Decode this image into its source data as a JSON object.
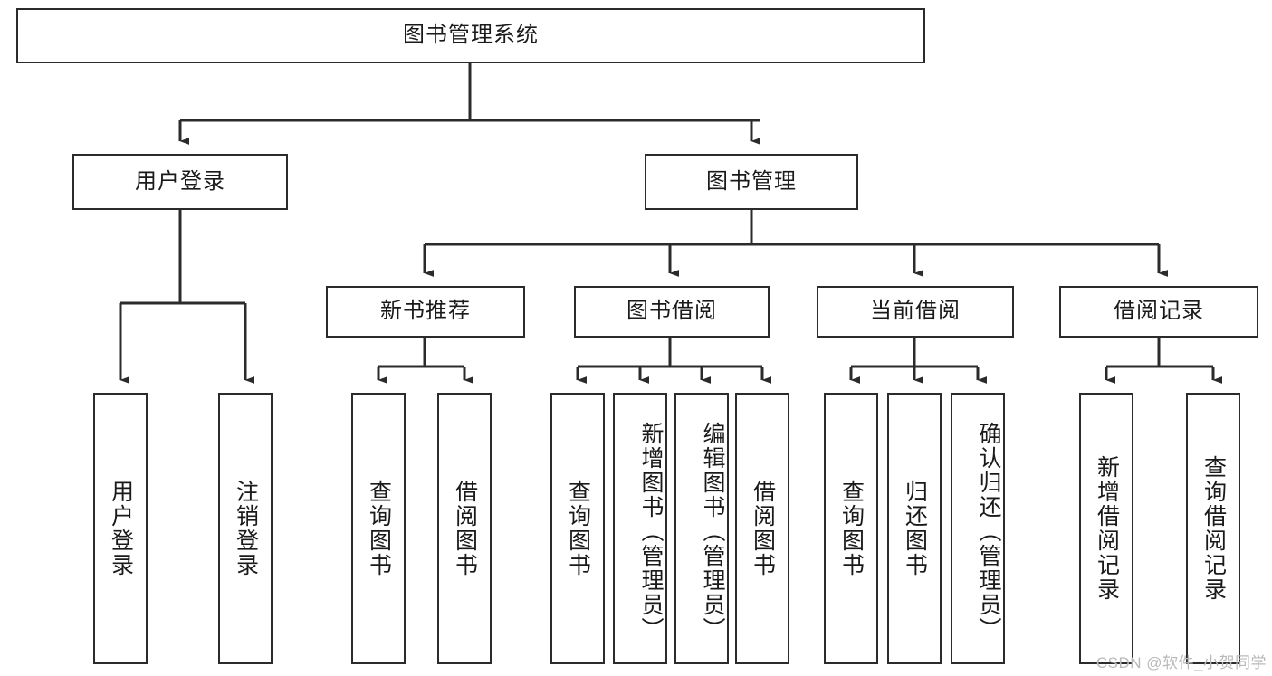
{
  "diagram": {
    "title": "图书管理系统",
    "type": "tree",
    "watermark": "CSDN @软件_小贺同学",
    "colors": {
      "node_border": "#2b2b2b",
      "node_fill": "#ffffff",
      "edge": "#2b2b2b",
      "text": "#1a1a1a",
      "watermark": "#b9b9b9"
    },
    "root": {
      "label": "图书管理系统"
    },
    "level2": [
      {
        "id": "user-login",
        "label": "用户登录"
      },
      {
        "id": "book-manage",
        "label": "图书管理"
      }
    ],
    "level3": [
      {
        "id": "new-book-recommend",
        "label": "新书推荐"
      },
      {
        "id": "book-borrow",
        "label": "图书借阅"
      },
      {
        "id": "current-borrow",
        "label": "当前借阅"
      },
      {
        "id": "borrow-record",
        "label": "借阅记录"
      }
    ],
    "leaves": {
      "user-login": [
        {
          "id": "leaf-user-login",
          "label": "用户登录"
        },
        {
          "id": "leaf-logout-login",
          "label": "注销登录"
        }
      ],
      "new-book-recommend": [
        {
          "id": "leaf-query-book-1",
          "label": "查询图书"
        },
        {
          "id": "leaf-borrow-book-1",
          "label": "借阅图书"
        }
      ],
      "book-borrow": [
        {
          "id": "leaf-query-book-2",
          "label": "查询图书"
        },
        {
          "id": "leaf-add-book-admin",
          "label": "新增图书（管理员）"
        },
        {
          "id": "leaf-edit-book-admin",
          "label": "编辑图书（管理员）"
        },
        {
          "id": "leaf-borrow-book-2",
          "label": "借阅图书"
        }
      ],
      "current-borrow": [
        {
          "id": "leaf-query-book-3",
          "label": "查询图书"
        },
        {
          "id": "leaf-return-book",
          "label": "归还图书"
        },
        {
          "id": "leaf-confirm-return-admin",
          "label": "确认归还（管理员）"
        }
      ],
      "borrow-record": [
        {
          "id": "leaf-add-borrow-record",
          "label": "新增借阅记录"
        },
        {
          "id": "leaf-query-borrow-record",
          "label": "查询借阅记录"
        }
      ]
    }
  }
}
